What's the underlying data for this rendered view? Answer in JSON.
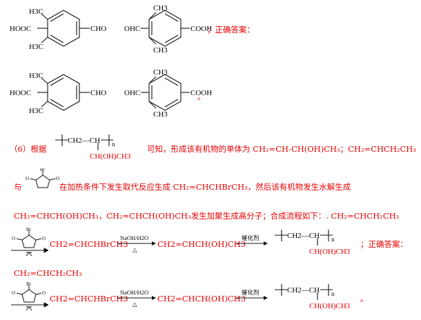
{
  "row1": {
    "mol_a": {
      "left": "HOOC",
      "right": "CHO",
      "top_me": "H3C",
      "bot_me": "H3C"
    },
    "mol_b": {
      "left": "OHC",
      "right": "COOH",
      "top_me": "CH3",
      "bot_me": "CH3"
    },
    "suffix": "；正确答案："
  },
  "row2": {
    "mol_a": {
      "left": "HOOC",
      "right": "CHO",
      "top_me": "H3C",
      "bot_me": "H3C"
    },
    "mol_b": {
      "left": "OHC",
      "right": "COOH",
      "top_me": "CH3",
      "bot_me": "CH3"
    },
    "suffix": "。"
  },
  "part6": {
    "prefix": "（6）根据",
    "polymer_chain": "CH2—CH",
    "polymer_sub": "n",
    "polymer_group": "CH(OH)CH3",
    "text": "可知，形成该有机物的单体为 CH₂=CH-CH(OH)CH₃；CH₂=CHCH₂CH₃"
  },
  "line2": {
    "prefix": "与",
    "nbs_label": "Br",
    "text": "在加热条件下发生取代反应生成 CH₂=CHCHBrCH₃，然后该有机物发生水解生成"
  },
  "line3": {
    "text": "CH₂=CHCH(OH)CH₃，CH₂=CHCH(OH)CH₃发生加聚生成高分子；合成流程如下：. CH₂=CHCH₂CH₃"
  },
  "flow1": {
    "step1": "CH2=CHCHBrCH3",
    "cond2": "NaOH/H2O",
    "cond2_below": "△",
    "step2": "CH2=CHCH(OH)CH3",
    "cond3": "催化剂",
    "poly_group": "CH(OH)CH3",
    "suffix": "；正确答案："
  },
  "line4": {
    "text": "CH₂=CHCH₂CH₃"
  },
  "flow2": {
    "step1": "CH2=CHCHBrCH3",
    "cond2": "NaOH/H2O",
    "cond2_below": "△",
    "step2": "CH2=CHCH(OH)CH3",
    "cond3": "催化剂",
    "poly_group": "CH(OH)CH3",
    "suffix": "。"
  }
}
